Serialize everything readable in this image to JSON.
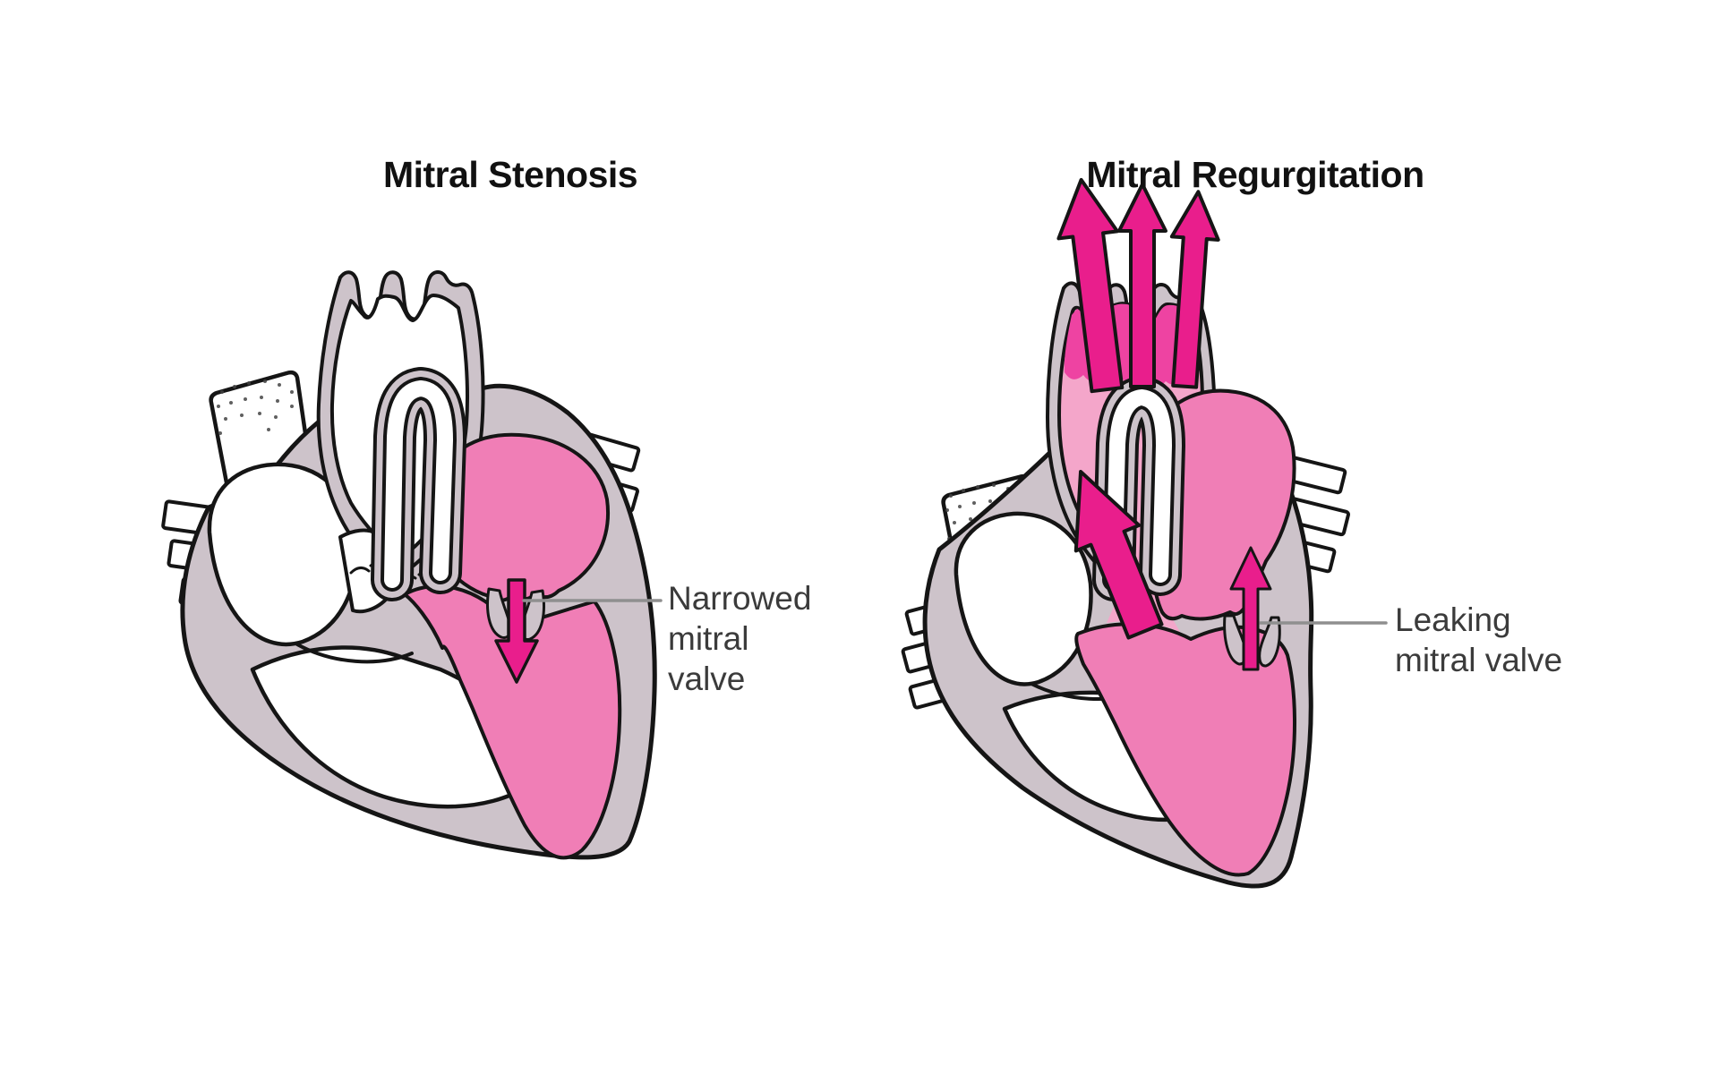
{
  "figure": {
    "left_panel": {
      "title": "Mitral Stenosis",
      "annotation_lines": [
        "Narrowed",
        "mitral",
        "valve"
      ],
      "valve_arrow_icon": "arrow-down-icon",
      "condition": "stenosis"
    },
    "right_panel": {
      "title": "Mitral Regurgitation",
      "annotation_lines": [
        "Leaking",
        "mitral valve"
      ],
      "valve_arrow_icon": "arrow-up-icon",
      "aorta_arrow_icons": [
        "arrow-up-icon",
        "arrow-up-icon",
        "arrow-up-icon"
      ],
      "ejection_arrow_icon": "arrow-up-left-icon",
      "condition": "regurgitation"
    },
    "colors": {
      "background": "#ffffff",
      "outline": "#151515",
      "heart_wall": "#cdc3ca",
      "chamber_pink": "#f07eb6",
      "aorta_pink": "#f4a6ca",
      "arrow_magenta": "#e91e8c",
      "scallop_pink": "#ee43a2",
      "leader_line": "#8f8f8f",
      "label_text": "#3b3b3b",
      "title_text": "#111111"
    }
  }
}
